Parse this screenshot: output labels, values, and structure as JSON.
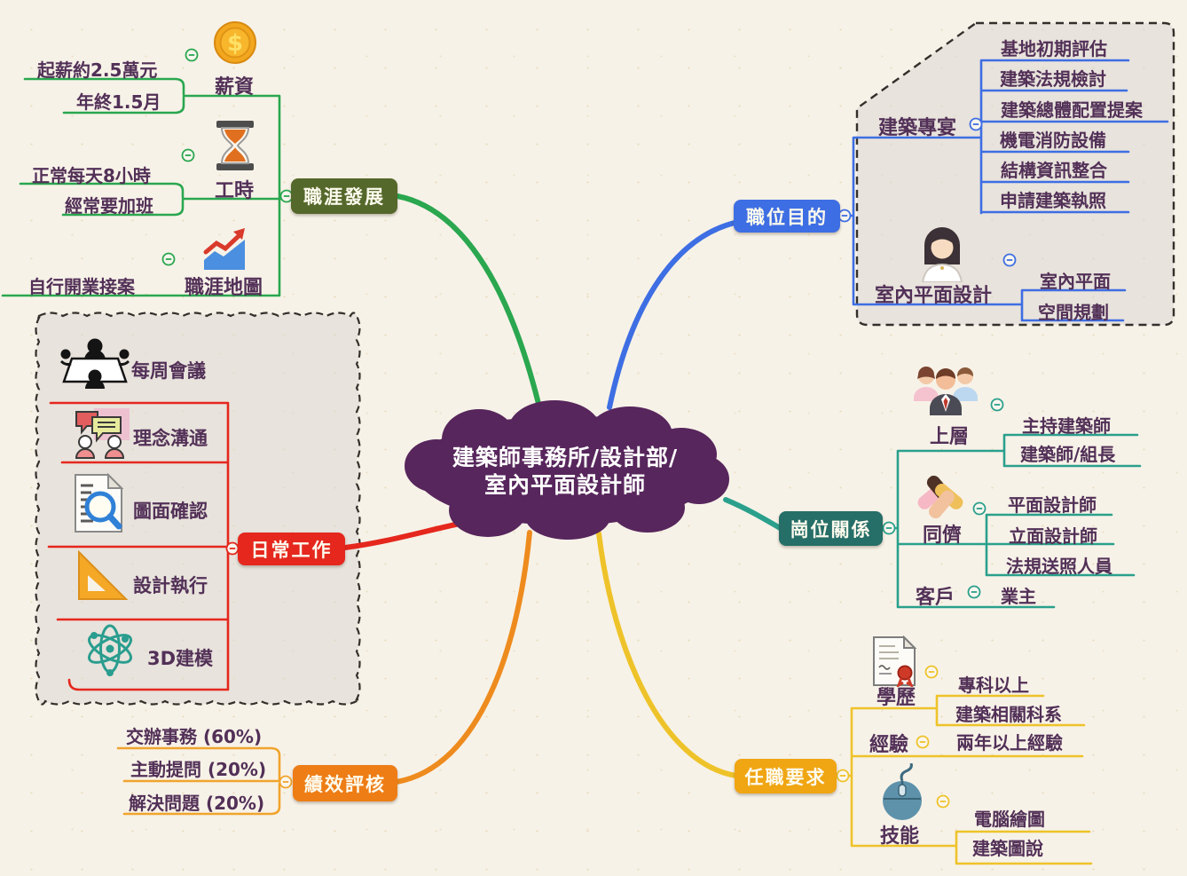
{
  "cloud": {
    "line1": "建築師事務所/設計部/",
    "line2": "室內平面設計師"
  },
  "branches": {
    "career": {
      "label": "職涯發展",
      "line_color": "#2aa74f",
      "box_color": "#55682b",
      "salary": {
        "label": "薪資",
        "items": [
          "起薪約2.5萬元",
          "年終1.5月"
        ]
      },
      "hours": {
        "label": "工時",
        "items": [
          "正常每天8小時",
          "經常要加班"
        ]
      },
      "map": {
        "label": "職涯地圖",
        "items": [
          "自行開業接案"
        ]
      }
    },
    "purpose": {
      "label": "職位目的",
      "line_color": "#3e6ee3",
      "box_color": "#3e6ee3",
      "project": {
        "label": "建築專宴",
        "items": [
          "基地初期評估",
          "建築法規檢討",
          "建築總體配置提案",
          "機電消防設備",
          "結構資訊整合",
          "申請建築執照"
        ]
      },
      "interior": {
        "label": "室內平面設計",
        "items": [
          "室內平面",
          "空間規劃"
        ]
      }
    },
    "daily": {
      "label": "日常工作",
      "line_color": "#e5271d",
      "box_color": "#e5271d",
      "items": [
        "每周會議",
        "理念溝通",
        "圖面確認",
        "設計執行",
        "3D建模"
      ]
    },
    "relations": {
      "label": "崗位關係",
      "line_color": "#2aa08c",
      "box_color": "#266e68",
      "upper": {
        "label": "上層",
        "items": [
          "主持建築師",
          "建築師/組長"
        ]
      },
      "peers": {
        "label": "同儕",
        "items": [
          "平面設計師",
          "立面設計師",
          "法規送照人員"
        ]
      },
      "client": {
        "label": "客戶",
        "items": [
          "業主"
        ]
      }
    },
    "performance": {
      "label": "績效評核",
      "line_color": "#f0a42c",
      "box_color": "#ee7d15",
      "items": [
        "交辦事務 (60%)",
        "主動提問 (20%)",
        "解決問題 (20%)"
      ]
    },
    "requirements": {
      "label": "任職要求",
      "line_color": "#eec32a",
      "box_color": "#f0a512",
      "education": {
        "label": "學歷",
        "items": [
          "專科以上",
          "建築相關科系"
        ]
      },
      "experience": {
        "label": "經驗",
        "items": [
          "兩年以上經驗"
        ]
      },
      "skills": {
        "label": "技能",
        "items": [
          "電腦繪圖",
          "建築圖說"
        ]
      }
    }
  },
  "icons": {
    "coin_symbol": "$",
    "salary": "coin-icon",
    "hours": "hourglass-icon",
    "career_map": "chart-up-icon",
    "weekly_meeting": "meeting-table-icon",
    "concept_communication": "chat-people-icon",
    "drawing_confirmation": "document-magnifier-icon",
    "design_execution": "triangle-ruler-icon",
    "modeling_3d": "atom-icon",
    "interior_design": "woman-avatar-icon",
    "upper_level": "team-icon",
    "peers": "hands-together-icon",
    "education": "certificate-icon",
    "skills": "mouse-icon"
  },
  "palette": {
    "background": "#f7f2e8",
    "cloud": "#57265c",
    "leaf_text": "#523057",
    "region_fill": "#dcd7d2",
    "region_border": "#33302c"
  }
}
